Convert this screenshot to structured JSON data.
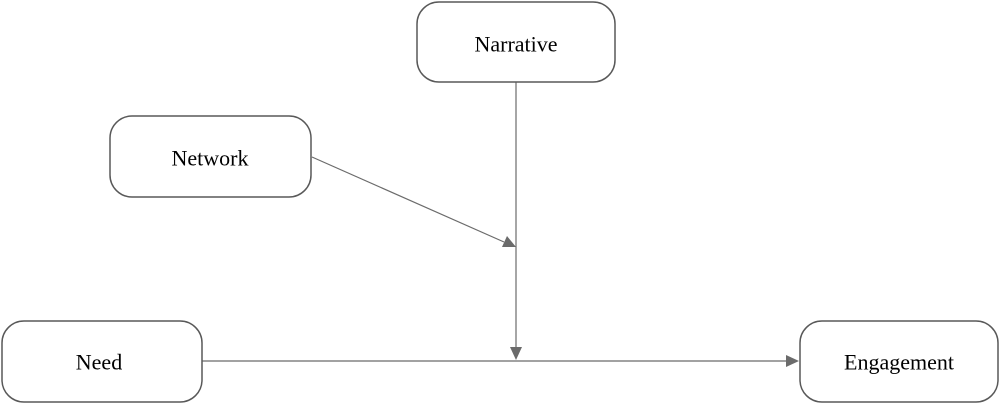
{
  "nodes": {
    "narrative": {
      "label": "Narrative"
    },
    "network": {
      "label": "Network"
    },
    "need": {
      "label": "Need"
    },
    "engagement": {
      "label": "Engagement"
    }
  },
  "edges": [
    {
      "from": "need",
      "to": "engagement"
    },
    {
      "from": "narrative",
      "to": "need-engagement-path"
    },
    {
      "from": "network",
      "to": "narrative-path"
    }
  ],
  "colors": {
    "border": "#595959",
    "edge": "#6b6b6b",
    "text": "#000000",
    "background": "#ffffff"
  }
}
